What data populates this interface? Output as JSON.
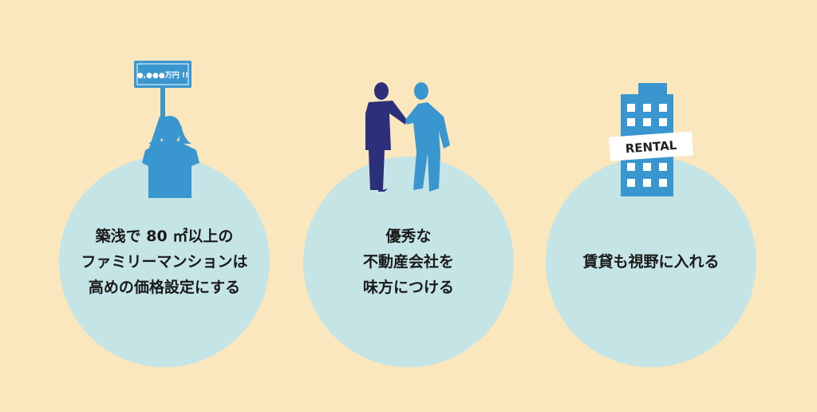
{
  "panels": [
    {
      "lines": [
        "築浅で 80 ㎡以上の",
        "ファミリーマンションは",
        "高めの価格設定にする"
      ]
    },
    {
      "lines": [
        "優秀な",
        "不動産会社を",
        "味方につける"
      ]
    },
    {
      "lines": [
        "賃貸も視野に入れる"
      ]
    }
  ],
  "sign_text": "●,●●●万円 !!",
  "rental_label": "RENTAL",
  "colors": {
    "background": "#fbe7bd",
    "circle": "#c5e4e6",
    "figure_blue": "#3a96cf",
    "figure_navy": "#2c2f7a"
  },
  "icons": [
    "person-holding-sign-icon",
    "handshake-icon",
    "building-icon"
  ]
}
